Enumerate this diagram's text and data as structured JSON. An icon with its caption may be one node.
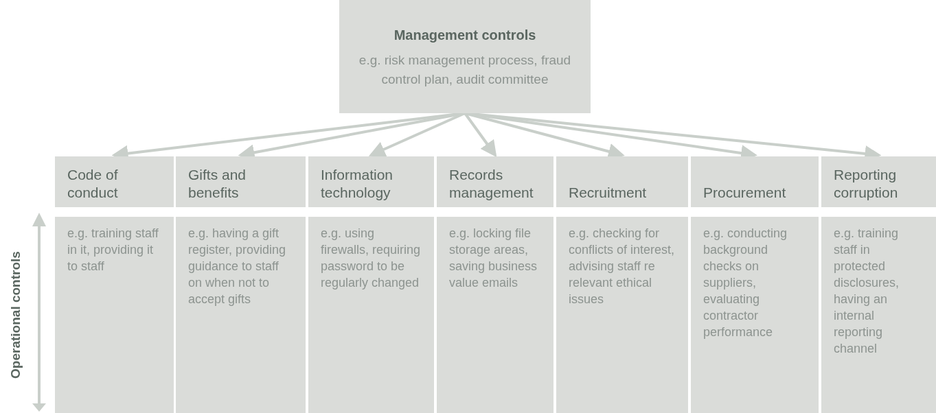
{
  "diagram": {
    "nodes": [
      {
        "text": [
          "Management controls",
          "e.g. risk management process, fraud control plan, audit committee"
        ]
      },
      {
        "text": [
          "Code of conduct"
        ]
      },
      {
        "text": [
          "Gifts and benefits"
        ]
      },
      {
        "text": [
          "Information technology"
        ]
      },
      {
        "text": [
          "Records management"
        ]
      },
      {
        "text": [
          "Recruitment"
        ]
      },
      {
        "text": [
          "Procurement"
        ]
      },
      {
        "text": [
          "Reporting corruption"
        ]
      },
      {
        "text": [
          "e.g. training staff in it, providing it to staff"
        ]
      },
      {
        "text": [
          "e.g. having a gift register, providing guidance to staff on when not to accept gifts"
        ]
      },
      {
        "text": [
          "e.g. using firewalls, requiring password to be regularly changed"
        ]
      },
      {
        "text": [
          "e.g. locking file storage areas, saving business value emails"
        ]
      },
      {
        "text": [
          "e.g. checking for conflicts of interest, advising staff re relevant ethical issues"
        ]
      },
      {
        "text": [
          "e.g. conducting background checks on suppliers, evaluating contractor performance"
        ]
      },
      {
        "text": [
          "e.g. training staff in protected disclosures, having an internal reporting channel"
        ]
      }
    ],
    "edges": [
      {
        "from": 0,
        "to": 1,
        "arrow": "to"
      },
      {
        "from": 0,
        "to": 2,
        "arrow": "to"
      },
      {
        "from": 0,
        "to": 3,
        "arrow": "to"
      },
      {
        "from": 0,
        "to": 4,
        "arrow": "to"
      },
      {
        "from": 0,
        "to": 5,
        "arrow": "to"
      },
      {
        "from": 0,
        "to": 6,
        "arrow": "to"
      },
      {
        "from": 0,
        "to": 7,
        "arrow": "to"
      }
    ],
    "labels": [
      "Operational controls"
    ]
  }
}
